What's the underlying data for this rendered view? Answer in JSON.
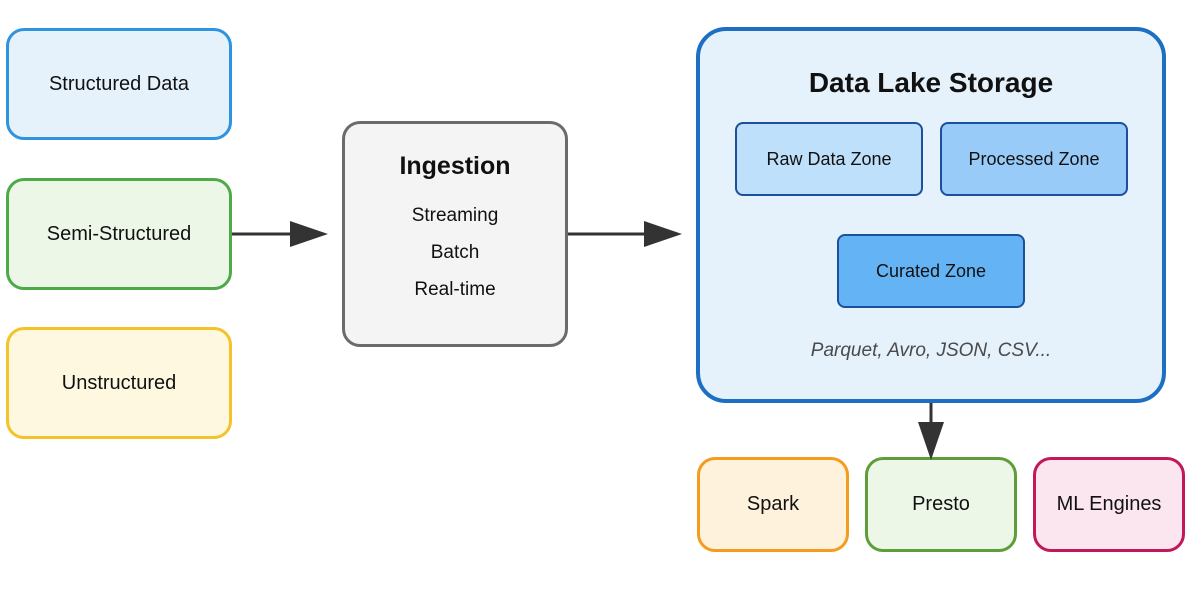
{
  "sources": {
    "structured": "Structured Data",
    "semi_structured": "Semi-Structured",
    "unstructured": "Unstructured"
  },
  "ingestion": {
    "title": "Ingestion",
    "methods": [
      "Streaming",
      "Batch",
      "Real-time"
    ]
  },
  "lake": {
    "title": "Data Lake Storage",
    "zones": {
      "raw": "Raw Data Zone",
      "processed": "Processed Zone",
      "curated": "Curated Zone"
    },
    "formats": "Parquet, Avro, JSON, CSV..."
  },
  "engines": {
    "spark": "Spark",
    "presto": "Presto",
    "ml": "ML Engines"
  },
  "colors": {
    "arrow": "#333333",
    "lake_border": "#1d6fc4"
  }
}
